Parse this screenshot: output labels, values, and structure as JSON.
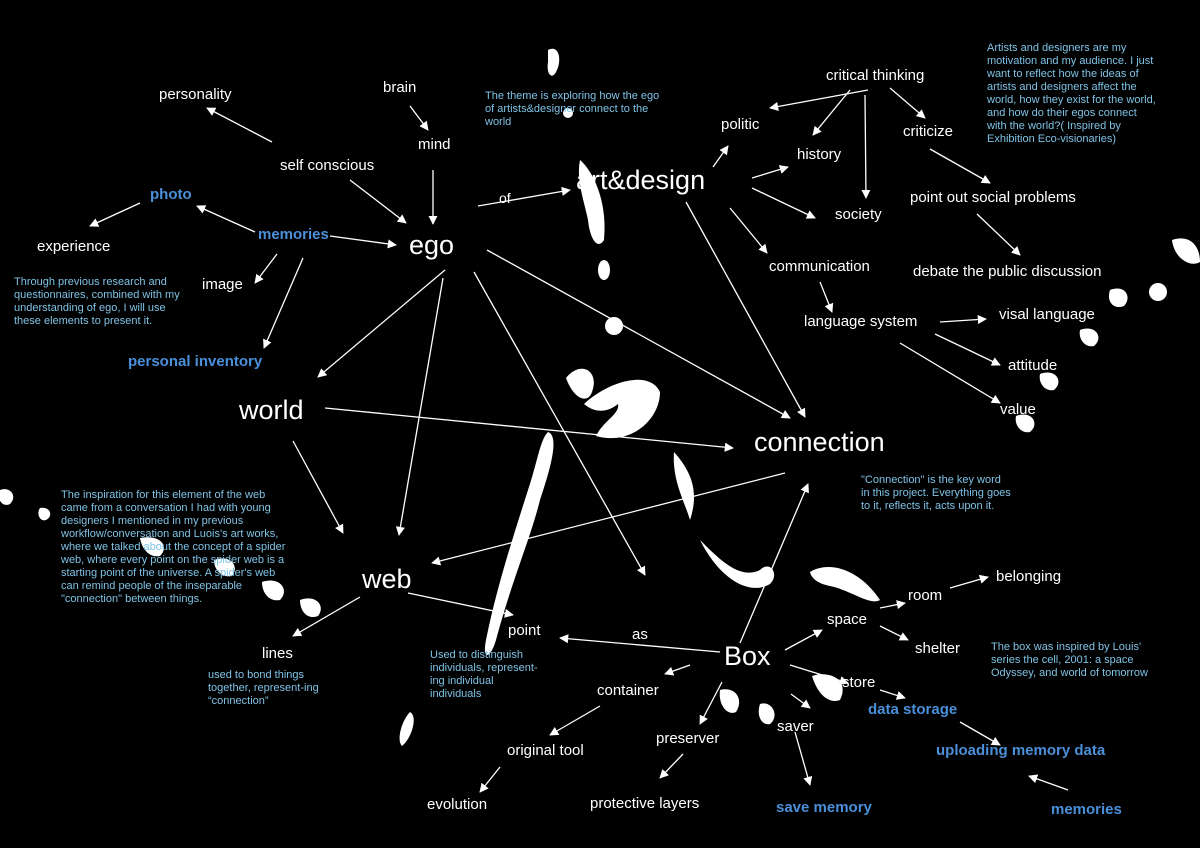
{
  "colors": {
    "background": "#000000",
    "text": "#ffffff",
    "accent": "#4a8fd9",
    "note": "#7fc3e6",
    "arrow": "#ffffff"
  },
  "nodes": {
    "ego": "ego",
    "art_design": "art&design",
    "world": "world",
    "connection": "connection",
    "web": "web",
    "box": "Box",
    "personality": "personality",
    "brain": "brain",
    "mind": "mind",
    "self_conscious": "self conscious",
    "photo": "photo",
    "memories": "memories",
    "experience": "experience",
    "image": "image",
    "personal_inventory": "personal inventory",
    "of": "of",
    "critical_thinking": "critical thinking",
    "politic": "politic",
    "history": "history",
    "criticize": "criticize",
    "society": "society",
    "point_out": "point out social problems",
    "debate": "debate the public discussion",
    "communication": "communication",
    "language_system": "language system",
    "visal_language": "visal language",
    "attitude": "attitude",
    "value": "value",
    "lines": "lines",
    "point": "point",
    "as": "as",
    "container": "container",
    "original_tool": "original tool",
    "evolution": "evolution",
    "preserver": "preserver",
    "protective_layers": "protective layers",
    "saver": "saver",
    "save_memory": "save memory",
    "space": "space",
    "room": "room",
    "belonging": "belonging",
    "shelter": "shelter",
    "store": "store",
    "data_storage": "data storage",
    "uploading": "uploading memory data",
    "memories2": "memories"
  },
  "notes": {
    "theme": "The theme  is exploring how the ego of artists&designer connect to the world",
    "artists": "Artists and designers are my motivation and my audience. I just want to reflect how the ideas of artists and designers affect the world, how they exist for the world, and how do their egos connect with the world?( Inspired by Exhibition Eco-visionaries)",
    "research": "Through previous research and questionnaires, combined with my understanding of ego, I will use these elements to present it.",
    "connection": "\"Connection\" is the key word in this project. Everything goes to it, reflects it, acts  upon it.",
    "web": "The inspiration for this element of the web came from a conversation I had with young designers I mentioned in my previous workflow/conversation and Luois's art works, where we talked about the concept of a spider web, where every point on the spider web is a starting point of the universe. A spider's web can remind people of the inseparable \"connection\" between things.",
    "lines": "used to bond things together, represent-ing “connection”",
    "point": "Used to distinguish individuals, represent-ing individual individuals",
    "box": "The box was inspired by Louis' series the cell, 2001: a space Odyssey, and world of tomorrow"
  }
}
